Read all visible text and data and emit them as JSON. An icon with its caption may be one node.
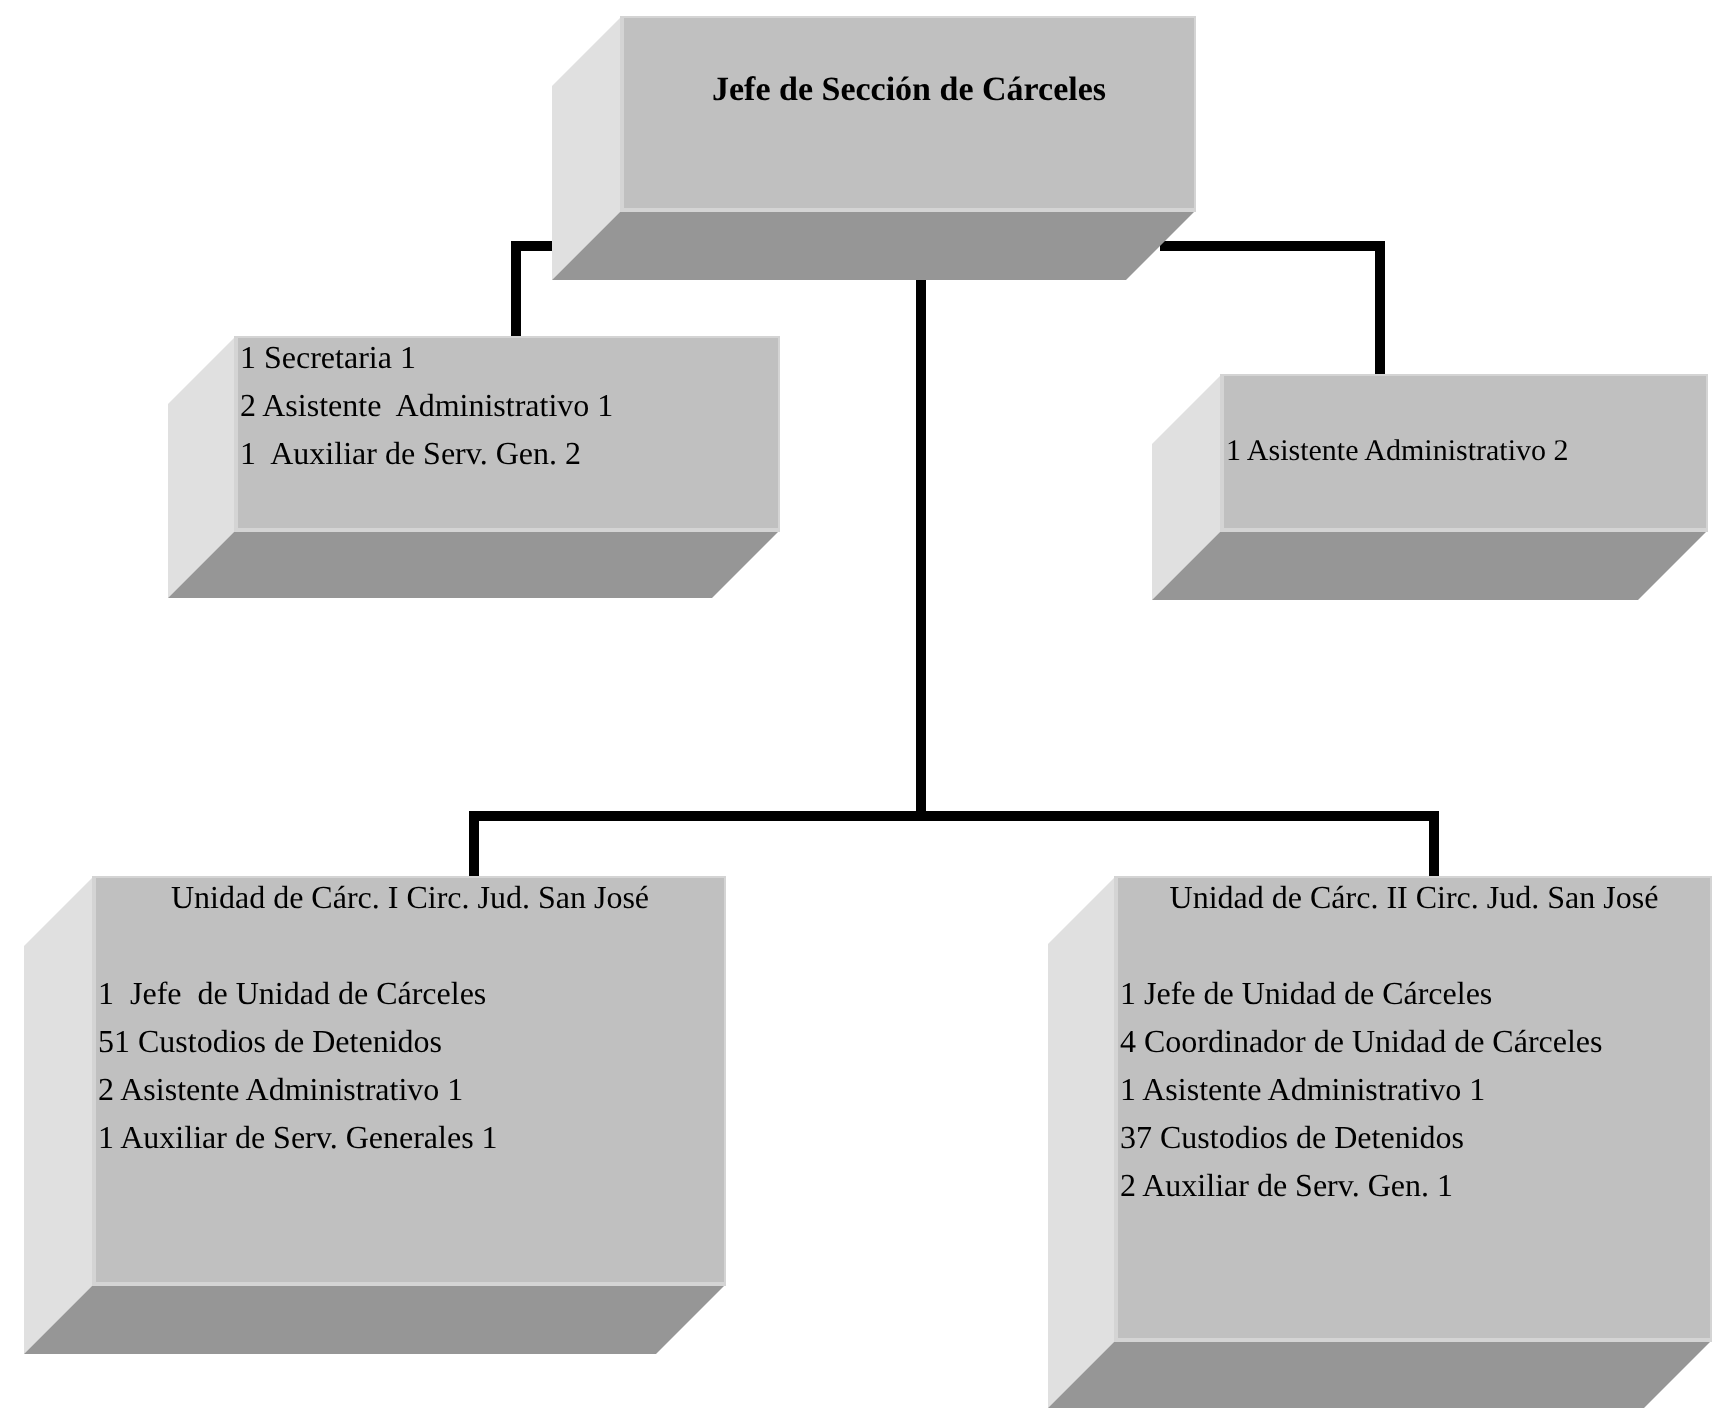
{
  "diagram": {
    "nodes": [
      {
        "text": [
          "Jefe de Sección de Cárceles"
        ]
      },
      {
        "text": [
          "1 Secretaria 1",
          "2 Asistente  Administrativo 1",
          "1  Auxiliar de Serv. Gen. 2"
        ]
      },
      {
        "text": [
          "1 Asistente Administrativo 2"
        ]
      },
      {
        "text": [
          "Unidad de Cárc. I Circ. Jud. San José",
          "1  Jefe  de Unidad de Cárceles",
          "51 Custodios de Detenidos",
          "2 Asistente Administrativo 1",
          "1 Auxiliar de Serv. Generales 1"
        ]
      },
      {
        "text": [
          "Unidad de Cárc. II Circ. Jud. San José",
          "1 Jefe de Unidad de Cárceles",
          "4 Coordinador de Unidad de Cárceles",
          "1 Asistente Administrativo 1",
          "37 Custodios de Detenidos",
          "2 Auxiliar de Serv. Gen. 1"
        ]
      }
    ],
    "edges": [
      {
        "from": 0,
        "to": 1,
        "arrow": "none"
      },
      {
        "from": 0,
        "to": 2,
        "arrow": "none"
      },
      {
        "from": 0,
        "to": 3,
        "arrow": "none"
      },
      {
        "from": 0,
        "to": 4,
        "arrow": "none"
      }
    ]
  }
}
